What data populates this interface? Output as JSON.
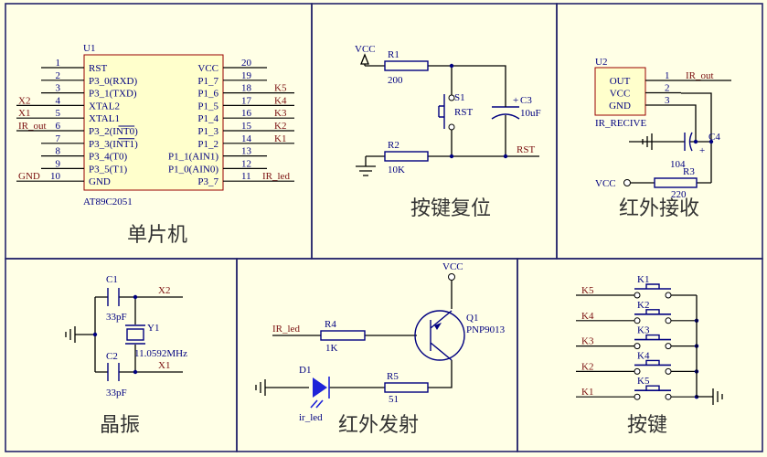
{
  "colors": {
    "background": "#ffffe6",
    "frame": "#24246b",
    "wire": "#000000",
    "part": "#000080",
    "chip_fill": "#ffffcc",
    "chip_border": "#990000",
    "net_label": "#7a0f0f",
    "diode": "#1e23d8",
    "title": "#333333"
  },
  "mcu": {
    "title": "单片机",
    "ref": "U1",
    "part": "AT89C2051",
    "left_pins": [
      {
        "num": "1",
        "name": "RST",
        "net": ""
      },
      {
        "num": "2",
        "name": "P3_0(RXD)",
        "net": ""
      },
      {
        "num": "3",
        "name": "P3_1(TXD)",
        "net": ""
      },
      {
        "num": "4",
        "name": "XTAL2",
        "net": "X2"
      },
      {
        "num": "5",
        "name": "XTAL1",
        "net": "X1"
      },
      {
        "num": "6",
        "name": "P3_2(INT0)",
        "net": "IR_out"
      },
      {
        "num": "7",
        "name": "P3_3(INT1)",
        "net": ""
      },
      {
        "num": "8",
        "name": "P3_4(T0)",
        "net": ""
      },
      {
        "num": "9",
        "name": "P3_5(T1)",
        "net": ""
      },
      {
        "num": "10",
        "name": "GND",
        "net": "GND"
      }
    ],
    "right_pins": [
      {
        "num": "20",
        "name": "VCC",
        "net": ""
      },
      {
        "num": "19",
        "name": "P1_7",
        "net": ""
      },
      {
        "num": "18",
        "name": "P1_6",
        "net": "K5"
      },
      {
        "num": "17",
        "name": "P1_5",
        "net": "K4"
      },
      {
        "num": "16",
        "name": "P1_4",
        "net": "K3"
      },
      {
        "num": "15",
        "name": "P1_3",
        "net": "K2"
      },
      {
        "num": "14",
        "name": "P1_2",
        "net": "K1"
      },
      {
        "num": "13",
        "name": "P1_1(AIN1)",
        "net": ""
      },
      {
        "num": "12",
        "name": "P1_0(AIN0)",
        "net": ""
      },
      {
        "num": "11",
        "name": "P3_7",
        "net": "IR_led"
      }
    ]
  },
  "reset": {
    "title": "按键复位",
    "vcc": "VCC",
    "r1_ref": "R1",
    "r1_val": "200",
    "s1_ref": "S1",
    "s1_label": "RST",
    "c3_ref": "C3",
    "c3_val": "10uF",
    "c3_plus": "+",
    "r2_ref": "R2",
    "r2_val": "10K",
    "net_rst": "RST"
  },
  "ir_rx": {
    "title": "红外接收",
    "ref": "U2",
    "part": "IR_RECIVE",
    "pins": [
      {
        "name": "OUT",
        "num": "1"
      },
      {
        "name": "VCC",
        "num": "2"
      },
      {
        "name": "GND",
        "num": "3"
      }
    ],
    "net_out": "IR_out",
    "c4_ref": "C4",
    "c4_val": "104",
    "c4_plus": "+",
    "r3_ref": "R3",
    "r3_val": "220",
    "vcc": "VCC"
  },
  "crystal": {
    "title": "晶振",
    "c1_ref": "C1",
    "c1_val": "33pF",
    "c2_ref": "C2",
    "c2_val": "33pF",
    "y1_ref": "Y1",
    "y1_val": "11.0592MHz",
    "net_x2": "X2",
    "net_x1": "X1"
  },
  "ir_tx": {
    "title": "红外发射",
    "vcc": "VCC",
    "net_in": "IR_led",
    "r4_ref": "R4",
    "r4_val": "1K",
    "q1_ref": "Q1",
    "q1_val": "PNP9013",
    "d1_ref": "D1",
    "d1_val": "ir_led",
    "r5_ref": "R5",
    "r5_val": "51"
  },
  "keys": {
    "title": "按键",
    "items": [
      {
        "net": "K5",
        "ref": "K1"
      },
      {
        "net": "K4",
        "ref": "K2"
      },
      {
        "net": "K3",
        "ref": "K3"
      },
      {
        "net": "K2",
        "ref": "K4"
      },
      {
        "net": "K1",
        "ref": "K5"
      }
    ]
  }
}
